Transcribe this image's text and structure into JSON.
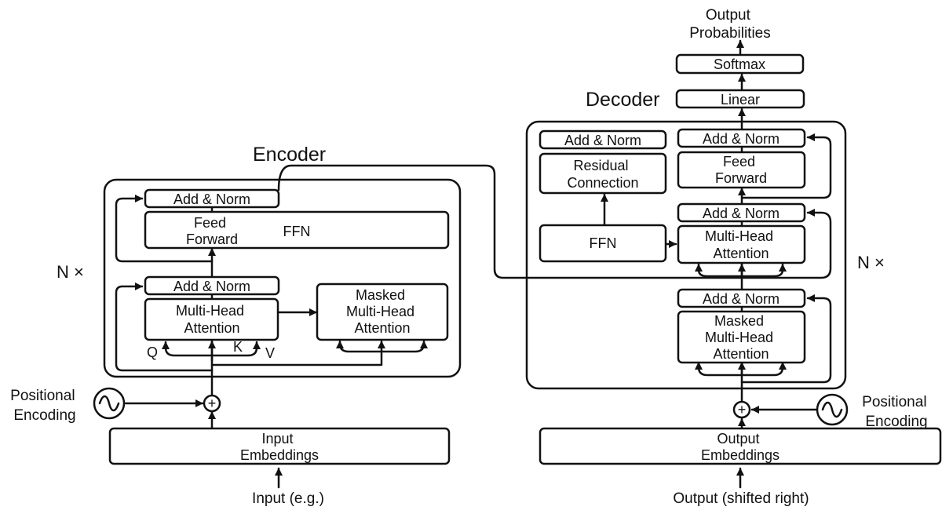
{
  "encoder": {
    "title": "Encoder",
    "repeat": "N ×",
    "add_norm_top": "Add & Norm",
    "feed_forward": [
      "Feed",
      "Forward"
    ],
    "ffn": "FFN",
    "add_norm_mid": "Add & Norm",
    "multi_head": [
      "Multi-Head",
      "Attention"
    ],
    "masked": [
      "Masked",
      "Multi-Head",
      "Attention"
    ],
    "q": "Q",
    "k": "K",
    "v": "V",
    "positional": [
      "Positional",
      "Encoding"
    ],
    "plus": "+",
    "embeddings": [
      "Input",
      "Embeddings"
    ],
    "input": "Input (e.g.)"
  },
  "decoder": {
    "title": "Decoder",
    "repeat": "N ×",
    "output_probs": [
      "Output",
      "Probabilities"
    ],
    "softmax": "Softmax",
    "linear": "Linear",
    "add_norm_left": "Add & Norm",
    "residual": [
      "Residual",
      "Connection"
    ],
    "ffn": "FFN",
    "add_norm_top": "Add & Norm",
    "feed_forward": [
      "Feed",
      "Forward"
    ],
    "add_norm_mid": "Add & Norm",
    "multi_head": [
      "Multi-Head",
      "Attention"
    ],
    "add_norm_bottom": "Add & Norm",
    "masked": [
      "Masked",
      "Multi-Head",
      "Attention"
    ],
    "positional": [
      "Positional",
      "Encoding"
    ],
    "plus": "+",
    "embeddings": [
      "Output",
      "Embeddings"
    ],
    "output": "Output (shifted right)"
  }
}
